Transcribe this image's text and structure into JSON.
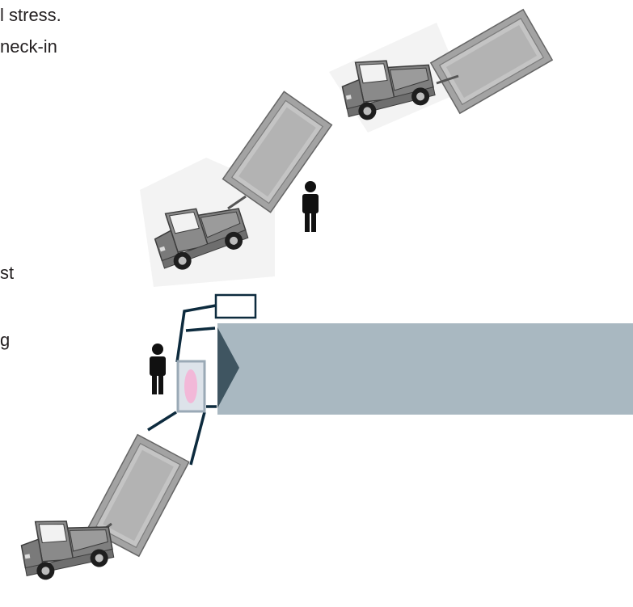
{
  "text_fragments": {
    "line1": "l stress.",
    "line2": "neck-in",
    "line3": "st",
    "line4": "g"
  },
  "colors": {
    "truck_body": "#8c8c8c",
    "truck_dark": "#4a4a4a",
    "window": "#f2f2f2",
    "trailer_frame": "#9a9a9a",
    "trailer_panel": "#bdbdbd",
    "building": "#a9b8c1",
    "entrance_triangle": "#3f5561",
    "connector_lines": "#0d2b3e",
    "kiosk_fill": "#dde3ea",
    "kiosk_oval": "#f2b8d8",
    "person": "#111111"
  },
  "icons": {
    "person": "person-icon",
    "truck": "pickup-truck-icon",
    "trailer": "trailer-container-icon",
    "kiosk": "checkin-kiosk-icon",
    "sign": "sign-box-icon"
  }
}
